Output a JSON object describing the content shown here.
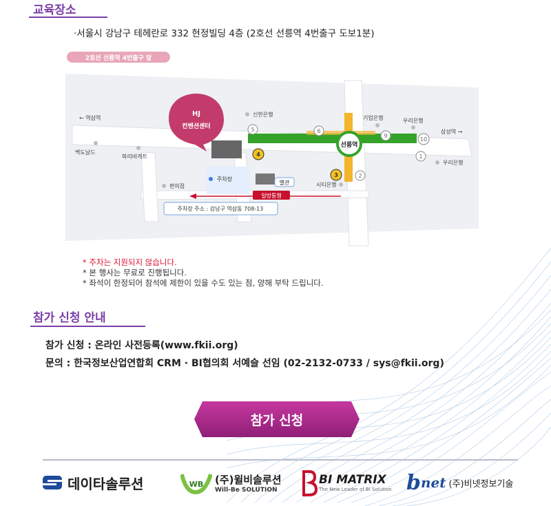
{
  "colors": {
    "accent_purple": "#7a3ea8",
    "note_red": "#d8142f",
    "subway_green": "#35a32a",
    "map_pink": "#c33b6a",
    "button_magenta": "#b02c8f",
    "logo_blue": "#1e4b9a"
  },
  "education": {
    "title": "교육장소",
    "address": "·서울시 강남구 테헤란로 332 현정빌딩 4층 (2호선 선릉역 4번출구 도보1분)"
  },
  "map": {
    "badge": "2호선 선릉역 4번출구 앞",
    "venue_logo": "HJ",
    "venue_name": "컨벤션센터",
    "station": "선릉역",
    "labels": {
      "yeoksam": "역삼역",
      "samseong": "삼성역",
      "shinhan": "신한은행",
      "ibk": "기업은행",
      "woori_top": "우리은행",
      "woori_bottom": "우리은행",
      "baskin": "백도날드",
      "paris": "파리바게트",
      "parking": "주차장",
      "annex": "별관",
      "convenience": "편의점",
      "citi": "시티은행",
      "oneway": "일방통행",
      "parking_address": "주차장 주소 : 강남구 역삼동 708-13"
    },
    "exits": [
      "1",
      "2",
      "3",
      "4",
      "5",
      "6",
      "9",
      "10"
    ]
  },
  "notes": [
    "* 주차는 지원되지 않습니다.",
    "* 본 행사는 무료로 진행됩니다.",
    "* 좌석이 한정되어 참석에 제한이 있을 수도 있는 점, 양해 부탁 드립니다."
  ],
  "apply": {
    "title": "참가 신청 안내",
    "line1": "참가 신청 : 온라인 사전등록(www.fkii.org)",
    "line2": "문의 : 한국정보산업연합회 CRM · BI협의회 서예슬 선임 (02-2132-0733 / sys@fkii.org)",
    "button": "참가 신청"
  },
  "footer": {
    "logos": {
      "data_solution": "데이타솔루션",
      "willbe_ko": "(주)윌비솔루션",
      "willbe_en": "Will-Be SOLUTION",
      "willbe_mark": "WB",
      "bimatrix": "BI MATRIX",
      "bimatrix_tagline": "The New Leader of BI Solution",
      "bnet_mark": "b",
      "bnet_word": "net",
      "bnet_company": "(주)비넷정보기술"
    }
  }
}
